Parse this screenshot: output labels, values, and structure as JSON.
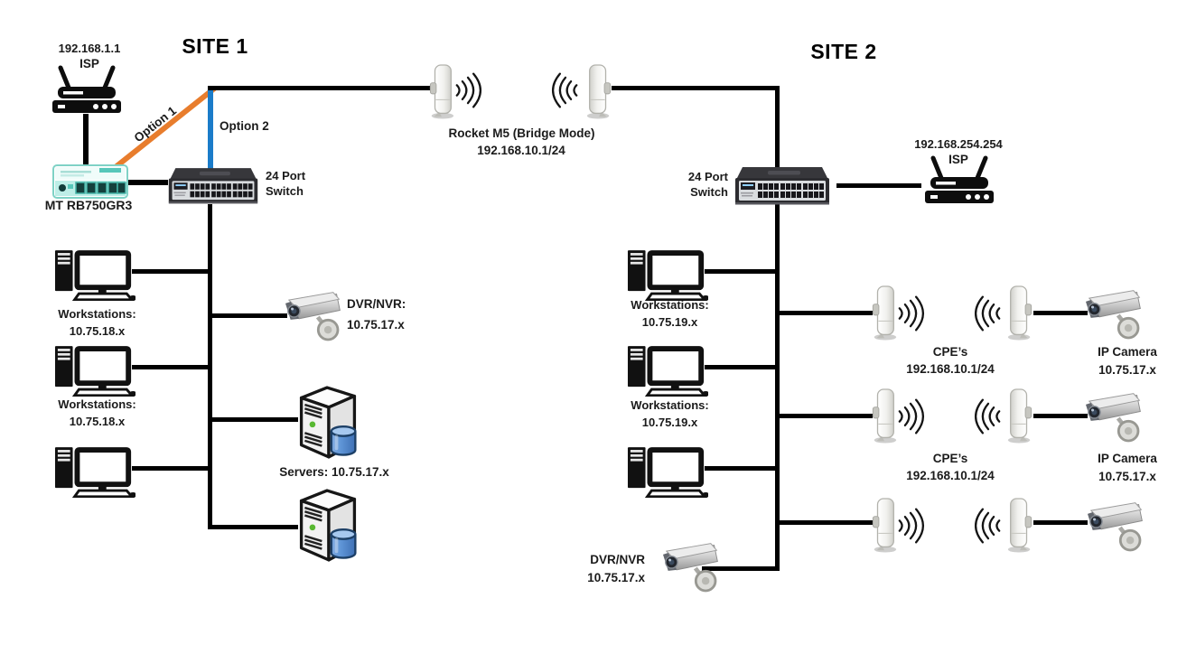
{
  "site1": {
    "title": "SITE 1",
    "isp_ip": "192.168.1.1",
    "isp_name": "ISP",
    "option1": "Option 1",
    "option2": "Option 2",
    "router_label": "MT RB750GR3",
    "switch_line1": "24 Port",
    "switch_line2": "Switch",
    "workstation_labels": [
      {
        "line1": "Workstations:",
        "line2": "10.75.18.x"
      },
      {
        "line1": "Workstations:",
        "line2": "10.75.18.x"
      }
    ],
    "dvr_label": {
      "line1": "DVR/NVR:",
      "line2": "10.75.17.x"
    },
    "servers_label": "Servers: 10.75.17.x"
  },
  "bridge": {
    "name": "Rocket M5 (Bridge Mode)",
    "ip": "192.168.10.1/24"
  },
  "site2": {
    "title": "SITE 2",
    "isp_ip": "192.168.254.254",
    "isp_name": "ISP",
    "switch_line1": "24 Port",
    "switch_line2": "Switch",
    "workstation_labels": [
      {
        "line1": "Workstations:",
        "line2": "10.75.19.x"
      },
      {
        "line1": "Workstations:",
        "line2": "10.75.19.x"
      }
    ],
    "cpe_labels": [
      {
        "line1": "CPE’s",
        "line2": "192.168.10.1/24"
      },
      {
        "line1": "CPE’s",
        "line2": "192.168.10.1/24"
      }
    ],
    "ip_camera_labels": [
      {
        "line1": "IP Camera",
        "line2": "10.75.17.x"
      },
      {
        "line1": "IP Camera",
        "line2": "10.75.17.x"
      }
    ],
    "dvr_label": {
      "line1": "DVR/NVR",
      "line2": "10.75.17.x"
    }
  },
  "colors": {
    "option1_line": "#E87D2D",
    "option2_line": "#1B7CC9",
    "cable_line": "#000000"
  }
}
